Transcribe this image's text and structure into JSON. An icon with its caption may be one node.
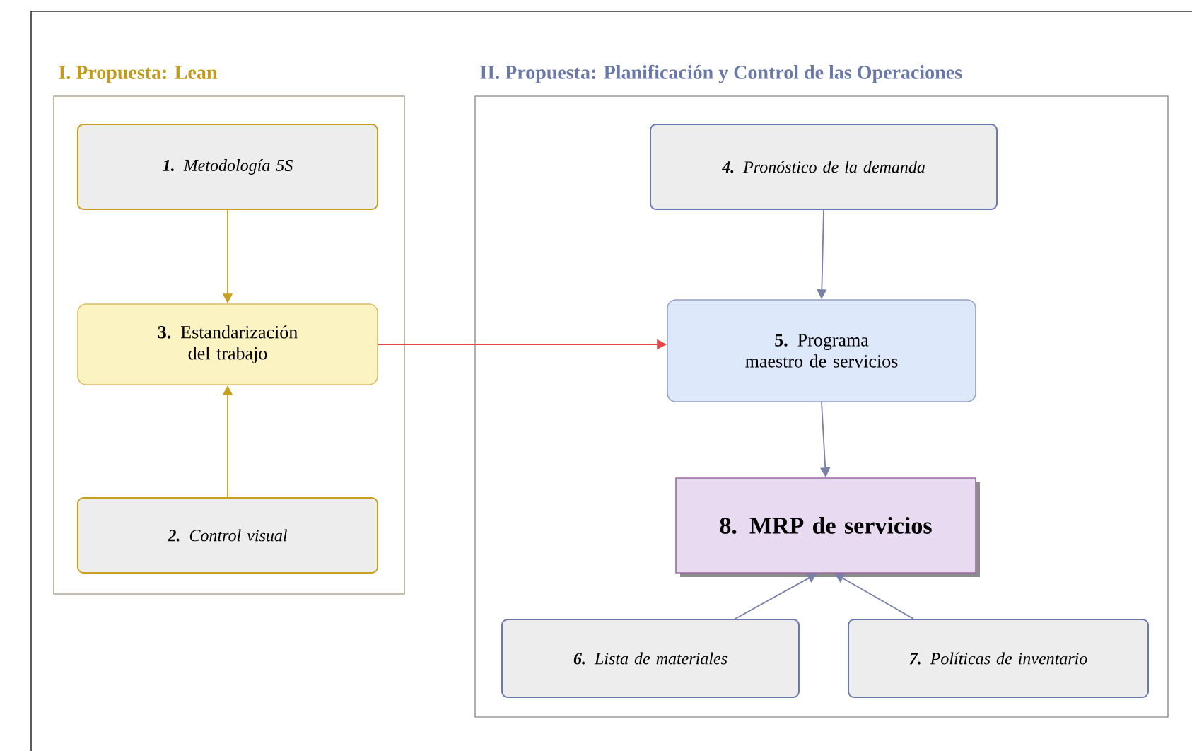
{
  "diagram": {
    "nodes": [
      {
        "text": [
          "I. Propuesta: Lean"
        ]
      },
      {
        "text": [
          "**1.** Metodología 5S"
        ],
        "in": 0
      },
      {
        "text": [
          "**3.** Estandarización del trabajo"
        ],
        "in": 0
      },
      {
        "text": [
          "**2.** Control visual"
        ],
        "in": 0
      },
      {
        "text": [
          "II. Propuesta: Planificación y Control de las Operaciones"
        ]
      },
      {
        "text": [
          "**4.** Pronóstico de la demanda"
        ],
        "in": 4
      },
      {
        "text": [
          "**5.** Programa maestro de servicios"
        ],
        "in": 4
      },
      {
        "text": [
          "8. MRP de servicios"
        ],
        "in": 4
      },
      {
        "text": [
          "**6.** Lista de materiales"
        ],
        "in": 4
      },
      {
        "text": [
          "**7.** Políticas de inventario"
        ],
        "in": 4
      }
    ],
    "edges": [
      {
        "from": 1,
        "to": 2,
        "arrow": "to",
        "color": "#c8a020"
      },
      {
        "from": 3,
        "to": 2,
        "arrow": "to",
        "color": "#c8a020"
      },
      {
        "from": 2,
        "to": 6,
        "arrow": "to",
        "color": "#e04848"
      },
      {
        "from": 5,
        "to": 6,
        "arrow": "to"
      },
      {
        "from": 6,
        "to": 7,
        "arrow": "to"
      },
      {
        "from": 8,
        "to": 7,
        "arrow": "to"
      },
      {
        "from": 9,
        "to": 7,
        "arrow": "to"
      }
    ]
  }
}
